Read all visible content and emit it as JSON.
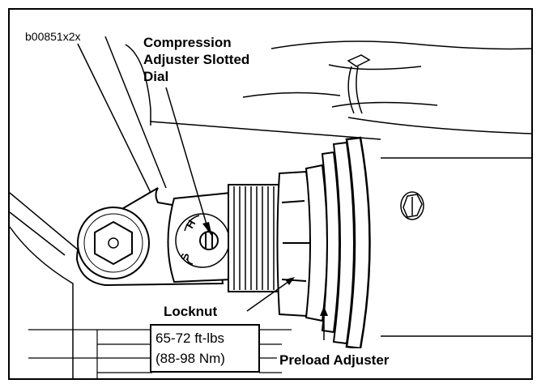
{
  "figure": {
    "code": "b00851x2x",
    "labels": {
      "compression_line1": "Compression",
      "compression_line2": "Adjuster Slotted",
      "compression_line3": "Dial",
      "locknut": "Locknut",
      "preload": "Preload Adjuster"
    },
    "torque": {
      "line1": "65-72 ft-lbs",
      "line2": "(88-98 Nm)"
    },
    "dial_marks": {
      "hard": "H",
      "soft": "S"
    }
  }
}
